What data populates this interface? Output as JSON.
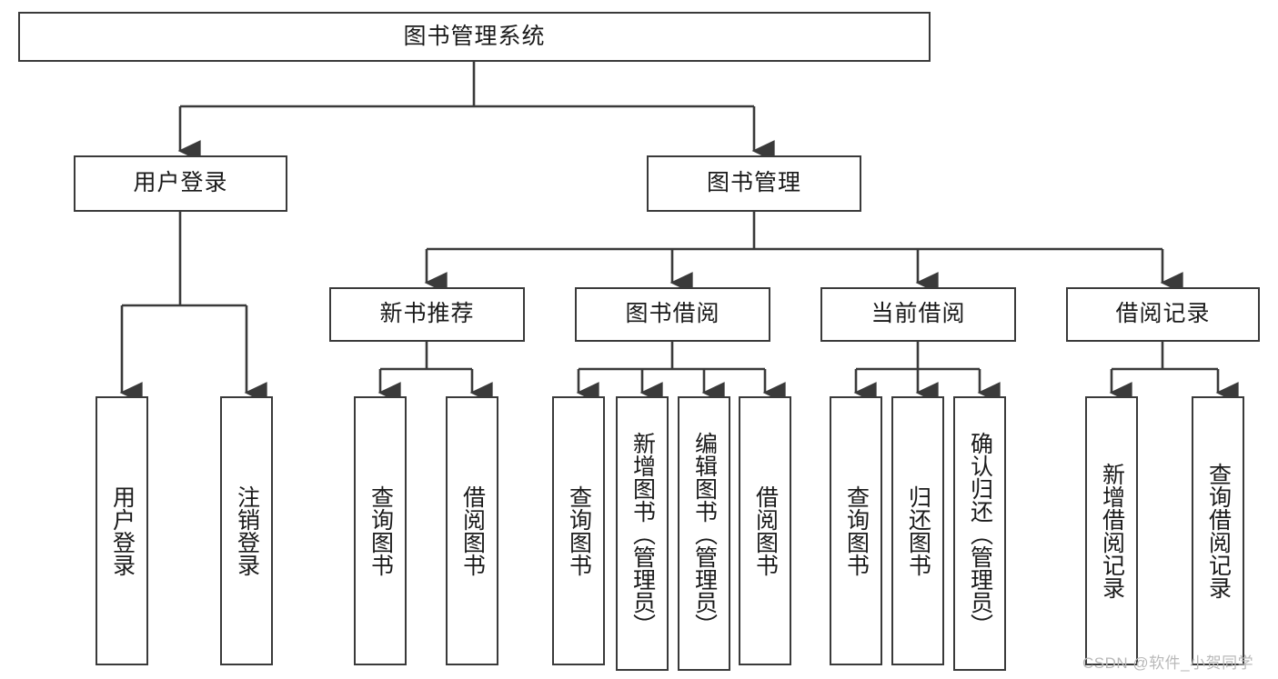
{
  "diagram": {
    "type": "tree-hierarchy-chart",
    "title": "图书管理系统",
    "style": {
      "background": "#ffffff",
      "box_border": "#3a3a3a",
      "box_fill": "#ffffff",
      "connector": "#3a3a3a",
      "text": "#1a1a1a",
      "watermark_color": "#b9b9b9"
    },
    "levels": {
      "root": {
        "label": "图书管理系统"
      },
      "level2": [
        {
          "label": "用户登录"
        },
        {
          "label": "图书管理"
        }
      ],
      "level3": [
        {
          "label": "新书推荐"
        },
        {
          "label": "图书借阅"
        },
        {
          "label": "当前借阅"
        },
        {
          "label": "借阅记录"
        }
      ],
      "leaves": {
        "user_login": [
          {
            "label": "用户登录"
          },
          {
            "label": "注销登录"
          }
        ],
        "new_book_recommend": [
          {
            "label": "查询图书"
          },
          {
            "label": "借阅图书"
          }
        ],
        "book_borrow": [
          {
            "label": "查询图书"
          },
          {
            "label": "新增图书（管理员）"
          },
          {
            "label": "编辑图书（管理员）"
          },
          {
            "label": "借阅图书"
          }
        ],
        "current_borrow": [
          {
            "label": "查询图书"
          },
          {
            "label": "归还图书"
          },
          {
            "label": "确认归还（管理员）"
          }
        ],
        "borrow_record": [
          {
            "label": "新增借阅记录"
          },
          {
            "label": "查询借阅记录"
          }
        ]
      }
    },
    "watermark": "CSDN @软件_小贺同学"
  }
}
